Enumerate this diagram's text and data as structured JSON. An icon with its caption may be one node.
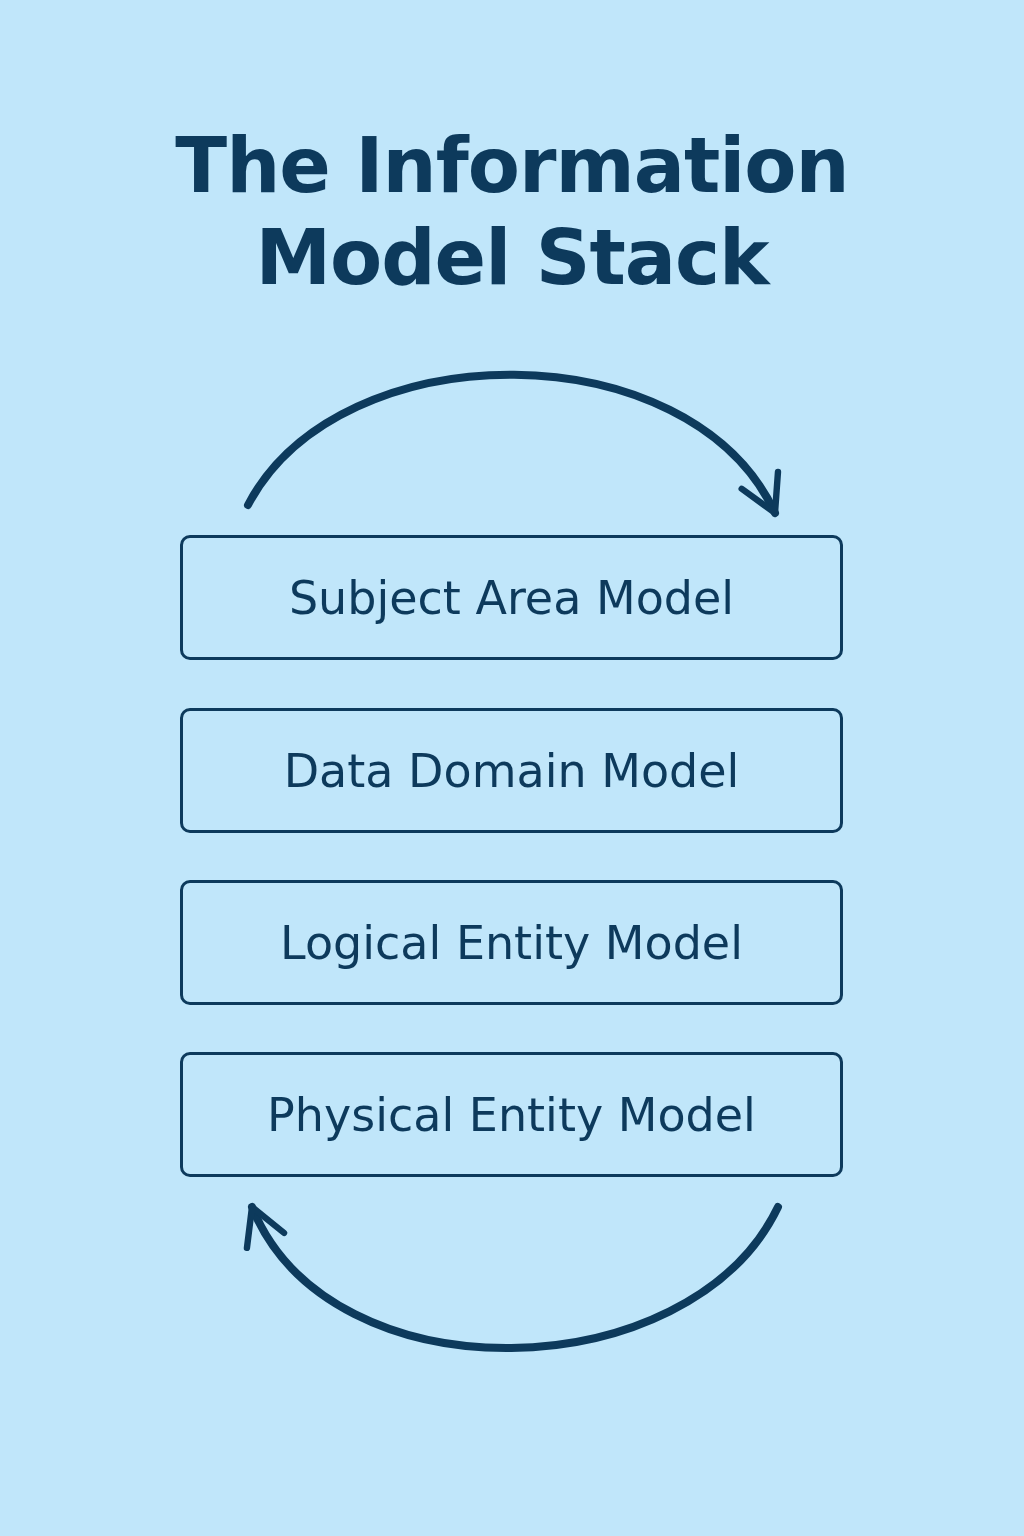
{
  "diagram": {
    "title": "The Information Model Stack",
    "nodes": [
      {
        "text": [
          "Subject Area Model"
        ]
      },
      {
        "text": [
          "Data Domain Model"
        ]
      },
      {
        "text": [
          "Logical Entity Model"
        ]
      },
      {
        "text": [
          "Physical Entity Model"
        ]
      }
    ],
    "edges": [
      {
        "from": null,
        "to": 0,
        "arrow": "to"
      },
      {
        "from": null,
        "to": 3,
        "arrow": "to"
      }
    ]
  }
}
